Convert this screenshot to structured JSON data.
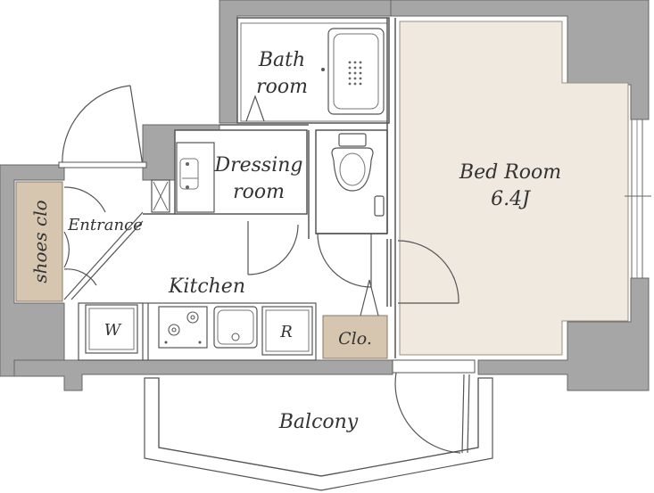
{
  "rooms": {
    "bathroom": {
      "line1": "Bath",
      "line2": "room"
    },
    "dressing": {
      "line1": "Dressing",
      "line2": "room"
    },
    "bedroom": {
      "line1": "Bed Room",
      "line2": "6.4J"
    },
    "entrance": "Entrance",
    "shoes": "shoes clo",
    "kitchen": "Kitchen",
    "washer": "W",
    "fridge": "R",
    "closet": "Clo.",
    "balcony": "Balcony"
  },
  "colors": {
    "wall": "#a6a6a6",
    "bedroom_floor": "#efe9df",
    "storage": "#d6c6b0",
    "line": "#555555"
  }
}
